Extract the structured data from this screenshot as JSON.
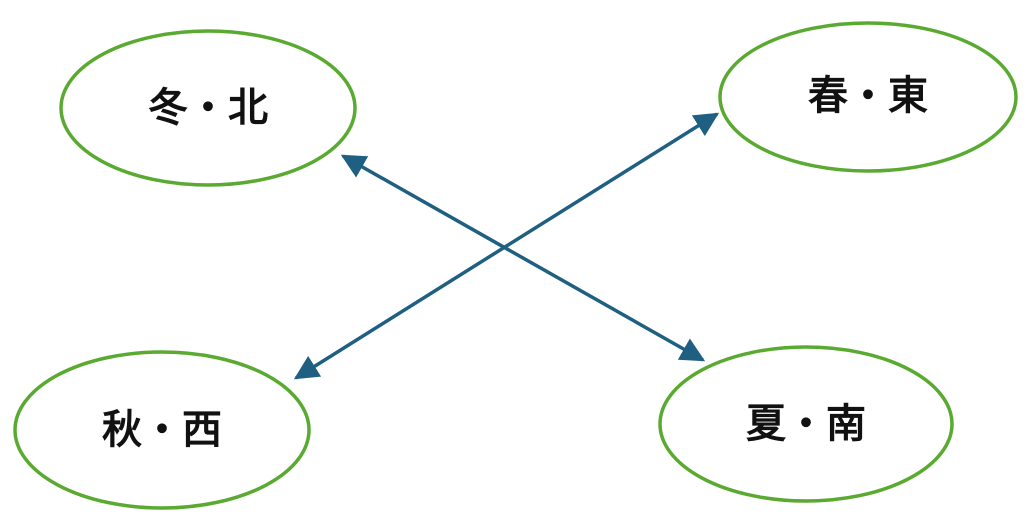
{
  "colors": {
    "node_stroke": "#5aaa32",
    "arrow": "#1f5f82",
    "label": "#111111"
  },
  "nodes": {
    "winter_north": {
      "label": "冬・北"
    },
    "spring_east": {
      "label": "春・東"
    },
    "autumn_west": {
      "label": "秋・西"
    },
    "summer_south": {
      "label": "夏・南"
    }
  },
  "connectors": [
    {
      "from": "winter_north",
      "to": "summer_south",
      "style": "double-arrow"
    },
    {
      "from": "autumn_west",
      "to": "spring_east",
      "style": "double-arrow"
    }
  ]
}
